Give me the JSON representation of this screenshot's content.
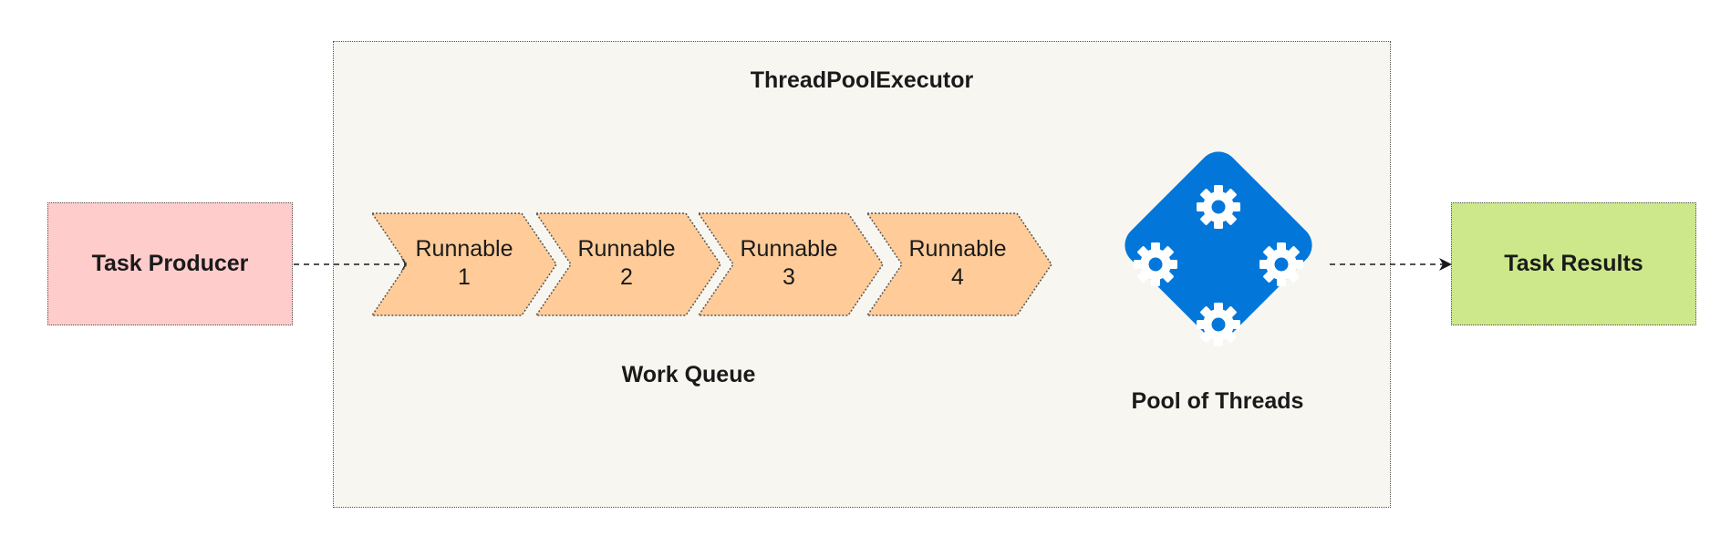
{
  "executor": {
    "title": "ThreadPoolExecutor"
  },
  "producer": {
    "label": "Task Producer",
    "color": "#ffcccc"
  },
  "results": {
    "label": "Task Results",
    "color": "#cce88a"
  },
  "work_queue": {
    "label": "Work Queue",
    "color": "#ffcc99",
    "items": [
      {
        "name": "Runnable",
        "number": "1"
      },
      {
        "name": "Runnable",
        "number": "2"
      },
      {
        "name": "Runnable",
        "number": "3"
      },
      {
        "name": "Runnable",
        "number": "4"
      }
    ]
  },
  "thread_pool": {
    "label": "Pool of Threads",
    "color": "#0277d9",
    "icon": "gear-icon"
  }
}
